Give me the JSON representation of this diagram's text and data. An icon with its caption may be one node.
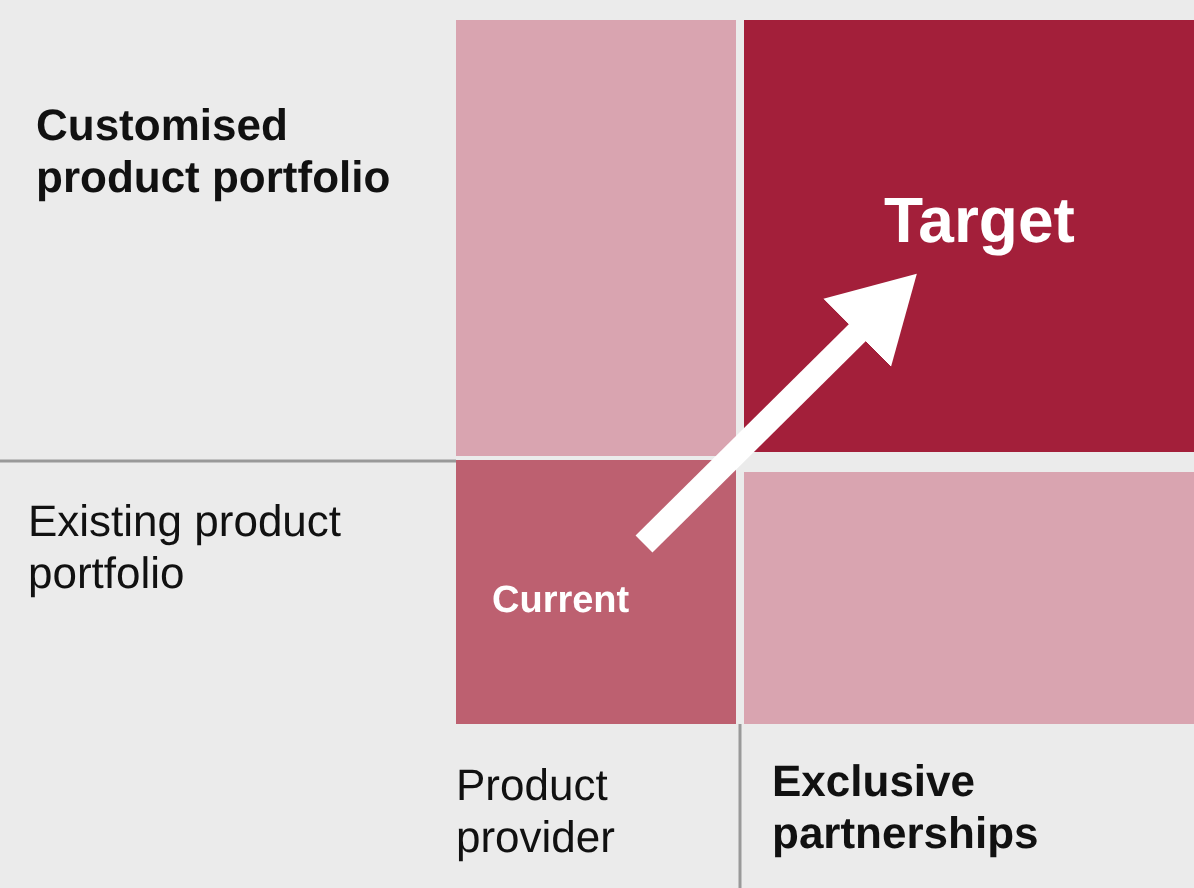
{
  "diagram": {
    "nodes": [
      {
        "text": [],
        "shape": "box"
      },
      {
        "text": [
          "Target"
        ]
      },
      {
        "text": [
          "Current"
        ]
      },
      {
        "text": [],
        "shape": "box"
      }
    ],
    "edges": [
      {
        "from": 2,
        "to": 1,
        "arrow": "to"
      }
    ],
    "labels": [
      "Customised product portfolio",
      "Existing product portfolio",
      "Product provider",
      "Exclusive partnerships"
    ]
  }
}
